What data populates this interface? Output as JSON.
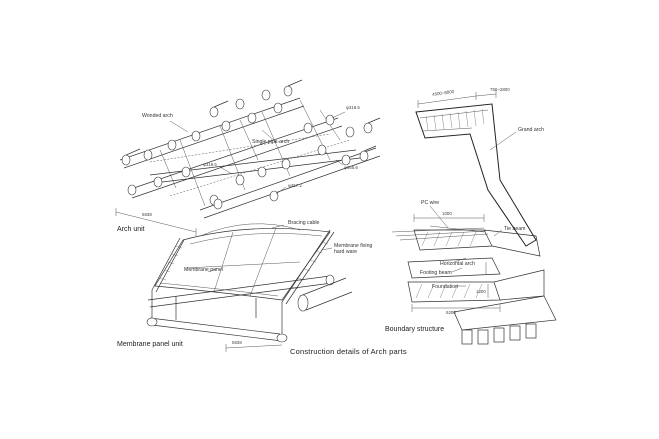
{
  "figure": {
    "title": "Construction details of  Arch parts"
  },
  "arch_unit": {
    "heading": "Arch unit",
    "labels": {
      "wonded_arch": "Wonded arch",
      "single_pipe_arch": "Single pipe arch",
      "pipe_a": "φ318.5",
      "pipe_b": "φ318.5",
      "pipe_c": "φ355.6",
      "pipe_d": "φ457.2",
      "span_dim": "5838"
    }
  },
  "membrane_panel_unit": {
    "heading": "Membrane panel unit",
    "labels": {
      "bracing_cable": "Bracing cable",
      "membrane_fixing_hardware": "Membrane fixing hard ware",
      "membrane_panel": "Membrane panel",
      "span_dim": "5838"
    }
  },
  "boundary_structure": {
    "heading": "Boundary structure",
    "labels": {
      "grand_arch": "Grand arch",
      "pc_wire": "PC wire",
      "tie_beam": "Tie beam",
      "horizontal_arch": "Horizontal arch",
      "footing_beam": "Footing beam",
      "foundation": "Foundation",
      "top_dim_a": "4500~8000",
      "top_dim_b": "750~2800",
      "dim_1000": "1000",
      "dim_1200": "1200",
      "dim_5200": "5200"
    }
  }
}
